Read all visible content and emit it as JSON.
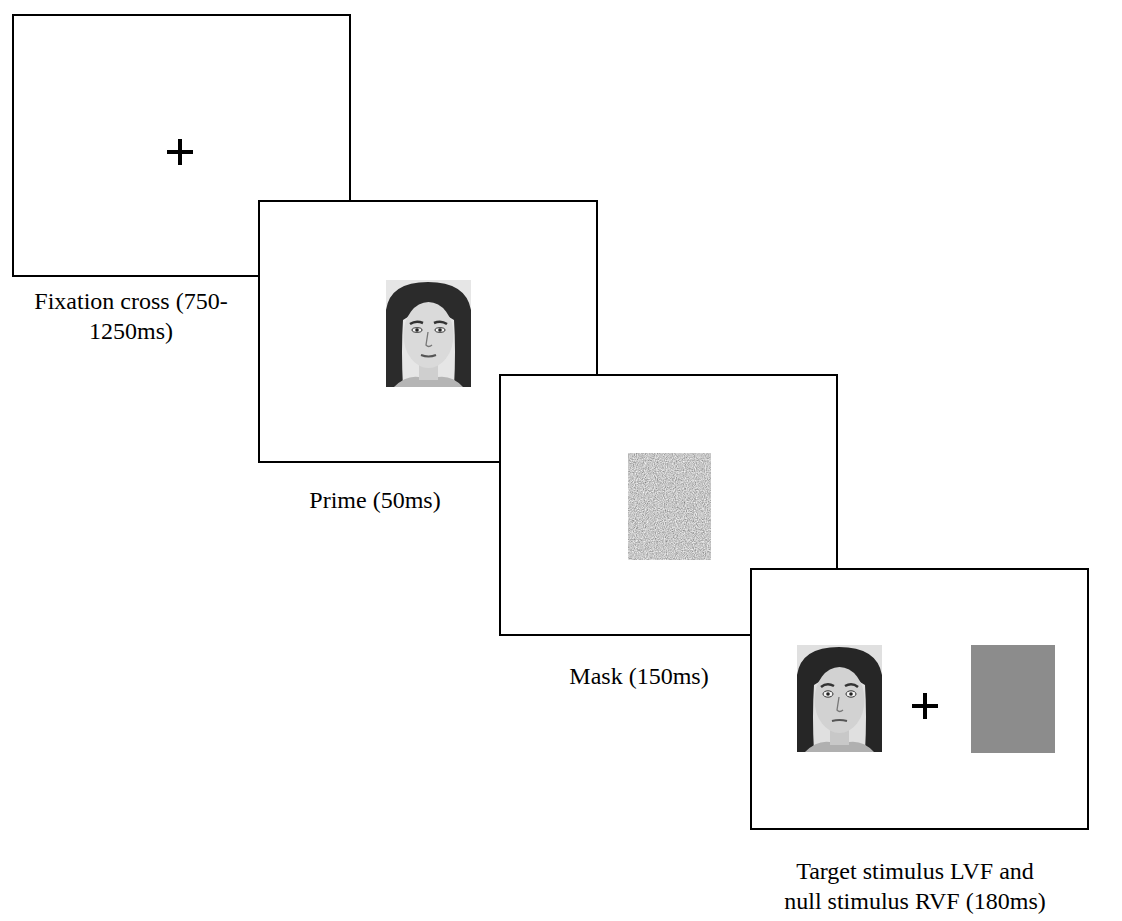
{
  "diagram": {
    "nodes": [
      {
        "text": [
          "Fixation cross (750- 1250ms)"
        ]
      },
      {
        "text": [
          "Prime (50ms)"
        ]
      },
      {
        "text": [
          "Mask (150ms)"
        ]
      },
      {
        "text": [
          "Target stimulus LVF and null stimulus RVF (180ms)"
        ]
      }
    ]
  }
}
